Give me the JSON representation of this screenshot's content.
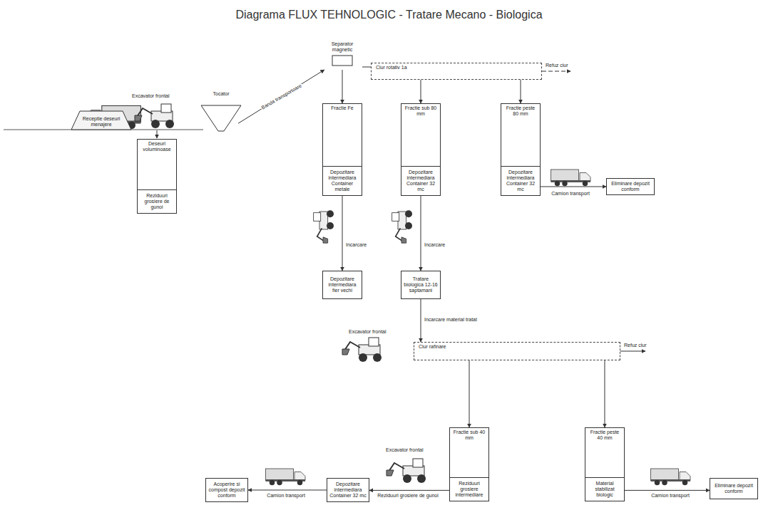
{
  "diagram": {
    "title": "Diagrama FLUX TEHNOLOGIC - Tratare Mecano - Biologica",
    "nodes": [
      {
        "text": [
          "Tocator"
        ]
      },
      {
        "text": [
          "Separator magnetic"
        ]
      },
      {
        "text": [
          "Ciur rotativ 1a"
        ]
      },
      {
        "text": [
          "Deseuri voluminoase",
          "Reziduuri grosiere de gunoi"
        ]
      },
      {
        "text": [
          "Fractie Fe",
          "Depozitare intermediara Container metale"
        ]
      },
      {
        "text": [
          "Fractie sub 80 mm",
          "Depozitare intermediara Container 32 mc"
        ]
      },
      {
        "text": [
          "Fractie peste 80 mm",
          "Depozitare intermediara Container 32 mc"
        ]
      },
      {
        "text": [
          "Eliminare depozit conform"
        ]
      },
      {
        "text": [
          "Depozitare intermediara fier vechi"
        ]
      },
      {
        "text": [
          "Tratare biologica 12-16 saptamani"
        ]
      },
      {
        "text": [
          "Ciur rafinare"
        ]
      },
      {
        "text": [
          "Fractie sub 40 mm",
          "Reziduuri grosiere intermediare"
        ]
      },
      {
        "text": [
          "Fractie peste 40 mm",
          "Material stabilizat biologic"
        ]
      },
      {
        "text": [
          "Depozitare intermediara Container 32 mc"
        ]
      },
      {
        "text": [
          "Acoperire si compost depozit conform"
        ]
      },
      {
        "text": [
          "Eliminare depozit conform"
        ]
      }
    ],
    "edges": [
      {
        "from": 0,
        "to": 1,
        "arrow": "to",
        "label": "Banda transportoare"
      },
      {
        "from": 1,
        "to": 2,
        "arrow": "none"
      },
      {
        "from": 1,
        "to": 4,
        "arrow": "to"
      },
      {
        "from": 2,
        "to": 5,
        "arrow": "to"
      },
      {
        "from": 2,
        "to": 6,
        "arrow": "to"
      },
      {
        "from": 6,
        "to": 7,
        "arrow": "to",
        "label": "Camion transport"
      },
      {
        "from": 4,
        "to": 8,
        "arrow": "to",
        "label": "Incarcare"
      },
      {
        "from": 5,
        "to": 9,
        "arrow": "to",
        "label": "Incarcare"
      },
      {
        "from": 9,
        "to": 10,
        "arrow": "to",
        "label": "Incarcare material tratat"
      },
      {
        "from": 10,
        "to": 11,
        "arrow": "to"
      },
      {
        "from": 10,
        "to": 12,
        "arrow": "to"
      },
      {
        "from": 11,
        "to": 13,
        "arrow": "to",
        "label": "Reziduuri grosiere de gunoi"
      },
      {
        "from": 13,
        "to": 14,
        "arrow": "to",
        "label": "Camion transport"
      },
      {
        "from": 12,
        "to": 15,
        "arrow": "to",
        "label": "Camion transport"
      }
    ],
    "labels": [
      "Receptie deseuri menajere",
      "Excavator frontal",
      "Refuz ciur",
      "Excavator frontal",
      "Refuz ciur",
      "Excavator frontal"
    ]
  }
}
